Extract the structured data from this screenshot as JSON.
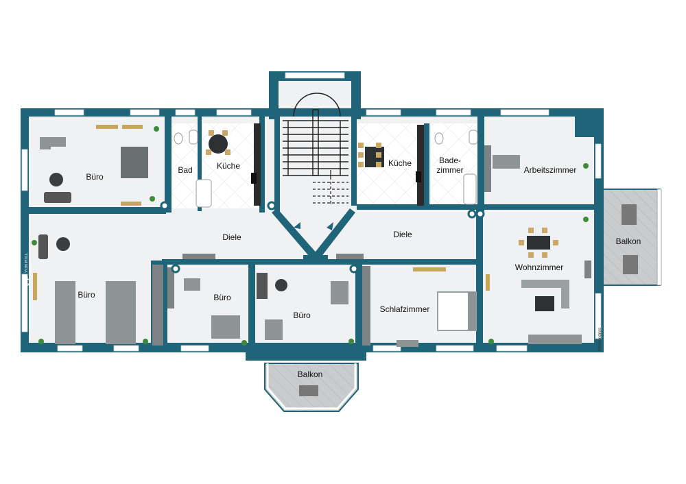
{
  "colors": {
    "wall": "#1f6478",
    "floor": "#f0f1f2",
    "tile": "#ffffff",
    "window": "#ffffff",
    "balcony": "#c8cacc",
    "furniture_dark": "#5e6366",
    "furniture_mid": "#9a9fa2",
    "plant": "#3f8a3a"
  },
  "rooms": {
    "bad": "Bad",
    "kueche_left": "Küche",
    "kueche_right": "Küche",
    "bade_line1": "Bade-",
    "bade_line2": "zimmer",
    "arbeitszimmer": "Arbeitszimmer",
    "buero_top_left": "Büro",
    "diele_left": "Diele",
    "diele_right": "Diele",
    "buero_left": "Büro",
    "buero_middle": "Büro",
    "buero_center": "Büro",
    "schlafzimmer": "Schlafzimmer",
    "wohnzimmer": "Wohnzimmer",
    "balkon_right": "Balkon",
    "balkon_bottom": "Balkon"
  },
  "logo": {
    "mark": "VP",
    "name": "VON POLL",
    "sub": "IMMOBILIEN"
  },
  "credit": "McGrundriss"
}
